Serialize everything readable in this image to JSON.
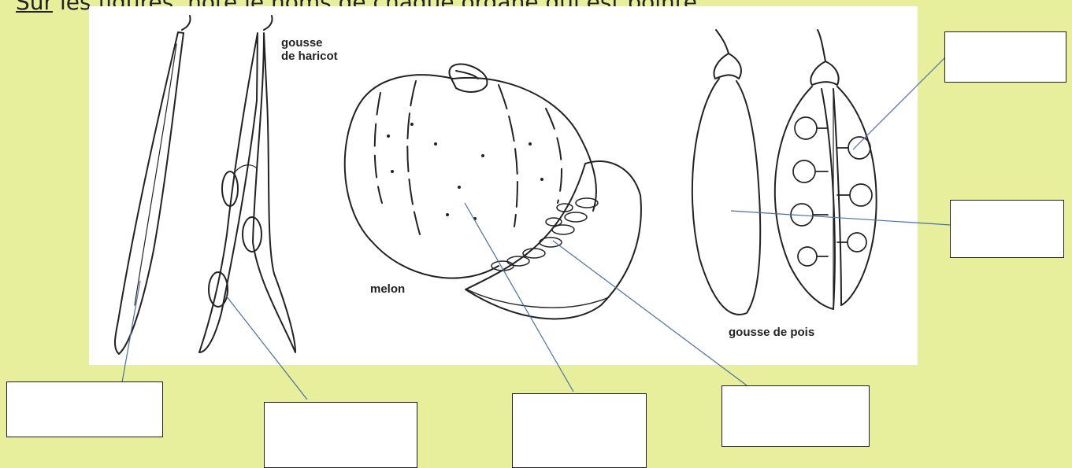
{
  "header": {
    "fragment_1": "Sur",
    "fragment_2": "les figures, note le",
    "fragment_3": "noms",
    "fragment_4": "de chaque organe qui est pointé."
  },
  "figure": {
    "labels": {
      "bean_pod": "gousse\nde haricot",
      "melon": "melon",
      "pea_pod": "gousse de pois"
    }
  },
  "answer_boxes": [
    {
      "id": "box-top-right",
      "value": ""
    },
    {
      "id": "box-right-middle",
      "value": ""
    },
    {
      "id": "box-bottom-1",
      "value": ""
    },
    {
      "id": "box-bottom-2",
      "value": ""
    },
    {
      "id": "box-bottom-3",
      "value": ""
    },
    {
      "id": "box-bottom-4",
      "value": ""
    }
  ],
  "colors": {
    "background": "#e8ef9c",
    "leader_line": "#4a6fa5",
    "ink": "#222222"
  }
}
